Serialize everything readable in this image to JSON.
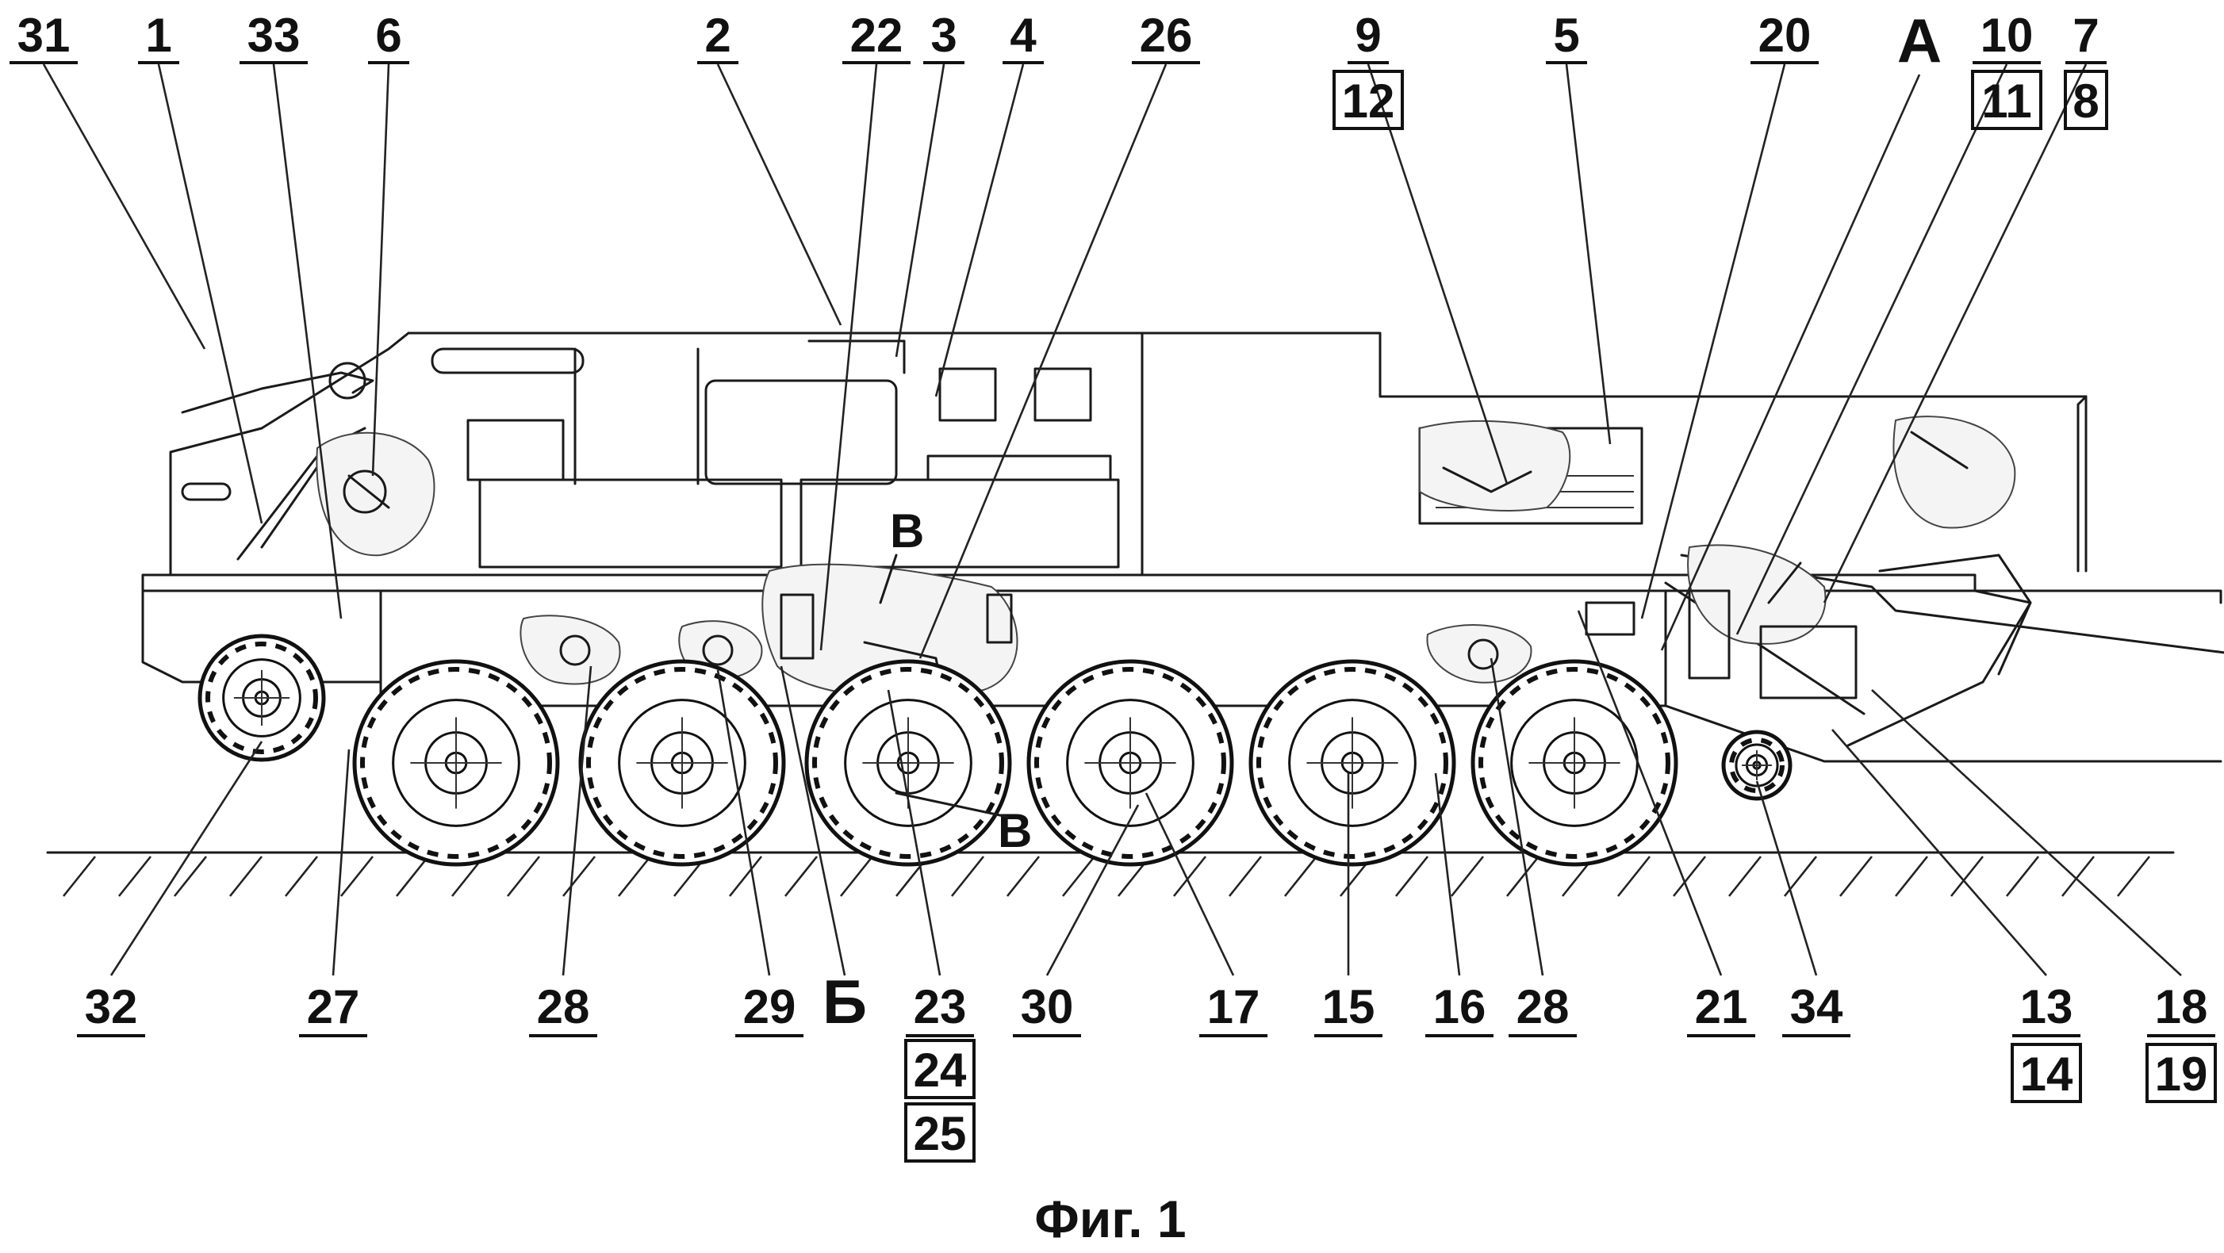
{
  "figure": {
    "caption": "Фиг. 1"
  },
  "labels": [
    {
      "id": "31",
      "text": "31",
      "boxed": false,
      "group": "top"
    },
    {
      "id": "1",
      "text": "1",
      "boxed": false,
      "group": "top"
    },
    {
      "id": "33",
      "text": "33",
      "boxed": false,
      "group": "top"
    },
    {
      "id": "6",
      "text": "6",
      "boxed": false,
      "group": "top"
    },
    {
      "id": "2",
      "text": "2",
      "boxed": false,
      "group": "top"
    },
    {
      "id": "22",
      "text": "22",
      "boxed": false,
      "group": "top"
    },
    {
      "id": "3",
      "text": "3",
      "boxed": false,
      "group": "top"
    },
    {
      "id": "4",
      "text": "4",
      "boxed": false,
      "group": "top"
    },
    {
      "id": "26",
      "text": "26",
      "boxed": false,
      "group": "top"
    },
    {
      "id": "9",
      "text": "9",
      "boxed": false,
      "group": "top"
    },
    {
      "id": "12",
      "text": "12",
      "boxed": true,
      "group": "top"
    },
    {
      "id": "5",
      "text": "5",
      "boxed": false,
      "group": "top"
    },
    {
      "id": "20",
      "text": "20",
      "boxed": false,
      "group": "top"
    },
    {
      "id": "A",
      "text": "А",
      "boxed": false,
      "group": "top"
    },
    {
      "id": "10",
      "text": "10",
      "boxed": false,
      "group": "top"
    },
    {
      "id": "11",
      "text": "11",
      "boxed": true,
      "group": "top"
    },
    {
      "id": "7",
      "text": "7",
      "boxed": false,
      "group": "top"
    },
    {
      "id": "8",
      "text": "8",
      "boxed": true,
      "group": "top"
    },
    {
      "id": "32",
      "text": "32",
      "boxed": false,
      "group": "bottom"
    },
    {
      "id": "27",
      "text": "27",
      "boxed": false,
      "group": "bottom"
    },
    {
      "id": "28a",
      "text": "28",
      "boxed": false,
      "group": "bottom"
    },
    {
      "id": "29",
      "text": "29",
      "boxed": false,
      "group": "bottom"
    },
    {
      "id": "B-cyr",
      "text": "Б",
      "boxed": false,
      "group": "bottom"
    },
    {
      "id": "23",
      "text": "23",
      "boxed": false,
      "group": "bottom"
    },
    {
      "id": "24",
      "text": "24",
      "boxed": true,
      "group": "bottom"
    },
    {
      "id": "25",
      "text": "25",
      "boxed": true,
      "group": "bottom"
    },
    {
      "id": "30",
      "text": "30",
      "boxed": false,
      "group": "bottom"
    },
    {
      "id": "17",
      "text": "17",
      "boxed": false,
      "group": "bottom"
    },
    {
      "id": "15",
      "text": "15",
      "boxed": false,
      "group": "bottom"
    },
    {
      "id": "16",
      "text": "16",
      "boxed": false,
      "group": "bottom"
    },
    {
      "id": "28b",
      "text": "28",
      "boxed": false,
      "group": "bottom"
    },
    {
      "id": "21",
      "text": "21",
      "boxed": false,
      "group": "bottom"
    },
    {
      "id": "34",
      "text": "34",
      "boxed": false,
      "group": "bottom"
    },
    {
      "id": "13",
      "text": "13",
      "boxed": false,
      "group": "bottom"
    },
    {
      "id": "14",
      "text": "14",
      "boxed": true,
      "group": "bottom"
    },
    {
      "id": "18",
      "text": "18",
      "boxed": false,
      "group": "bottom"
    },
    {
      "id": "19",
      "text": "19",
      "boxed": true,
      "group": "bottom"
    }
  ],
  "section_marks": {
    "top": "В",
    "bottom": "В"
  }
}
